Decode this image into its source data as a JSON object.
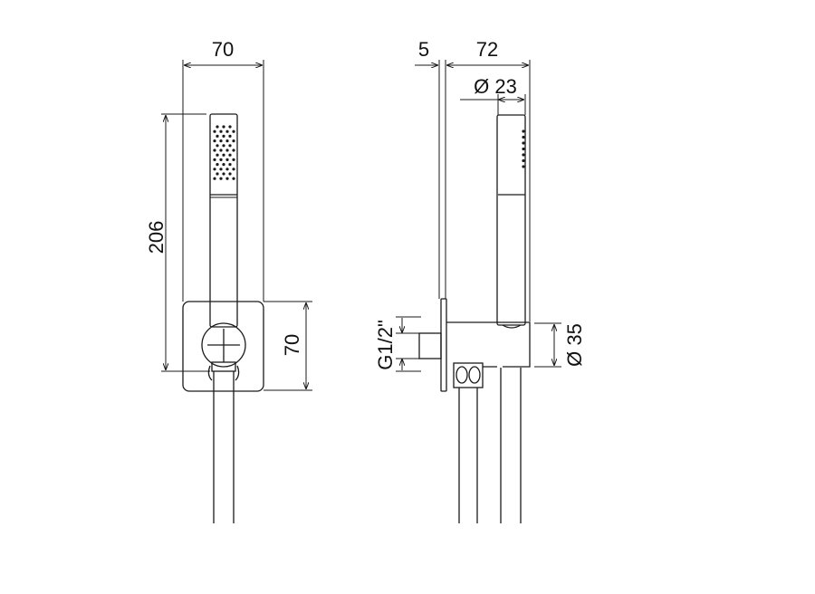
{
  "front_view": {
    "width_label": "70",
    "height_label": "206",
    "plate_label": "70"
  },
  "side_view": {
    "plate_thickness_label": "5",
    "depth_label": "72",
    "handshower_diameter_label": "Ø 23",
    "connection_label": "G1/2\"",
    "body_diameter_label": "Ø 35"
  },
  "colors": {
    "line": "#1a1a1a",
    "background": "#ffffff"
  }
}
